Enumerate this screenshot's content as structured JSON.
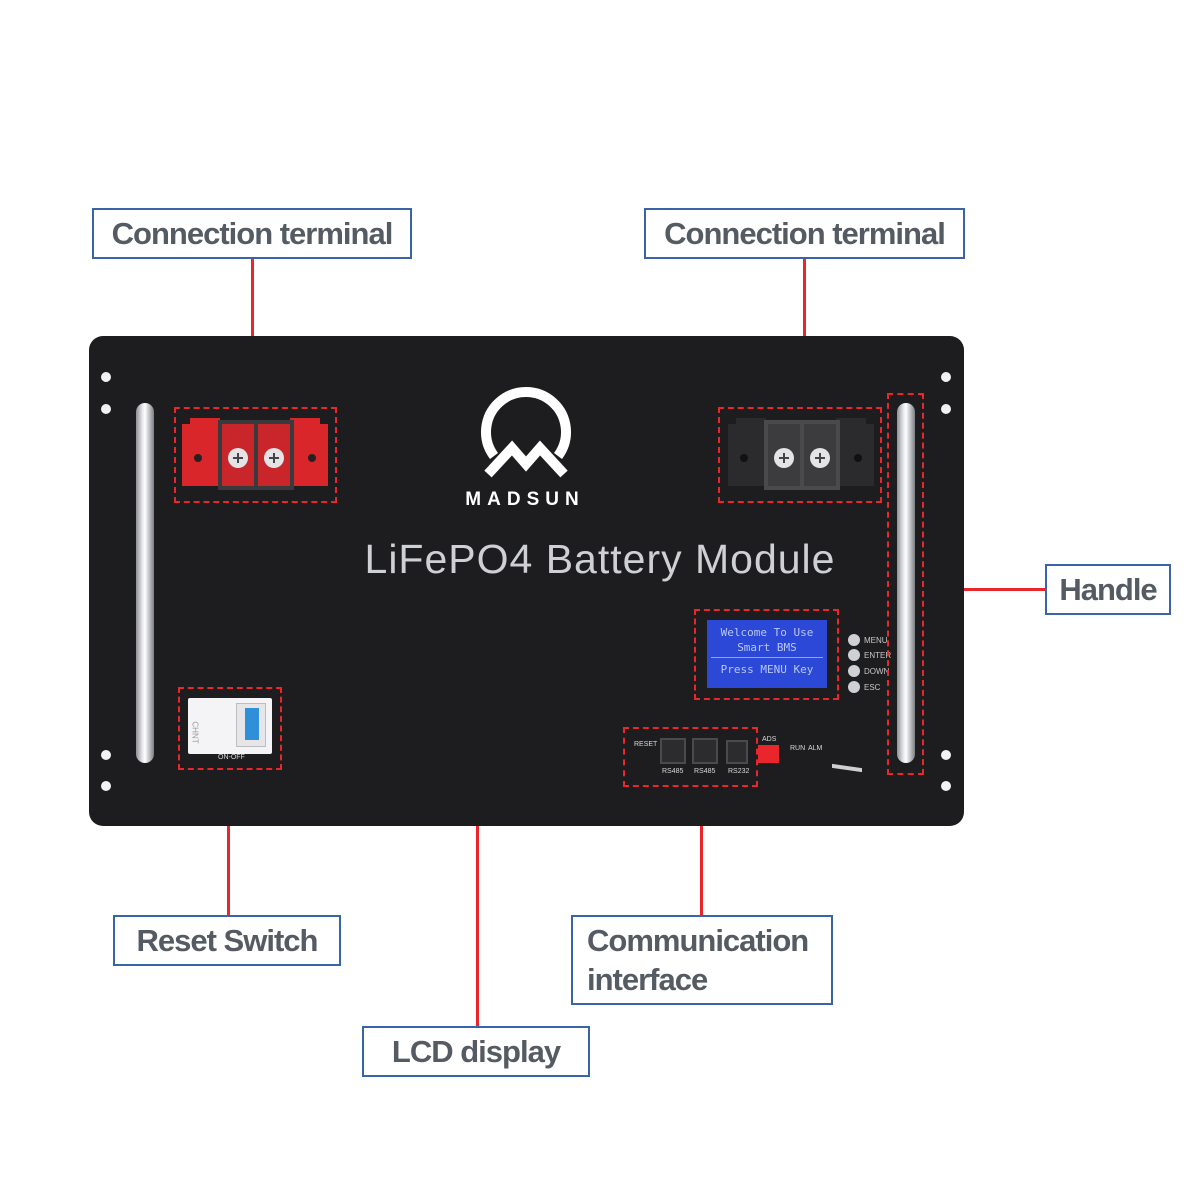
{
  "callouts": {
    "connection_terminal_left": "Connection terminal",
    "connection_terminal_right": "Connection terminal",
    "handle": "Handle",
    "reset_switch": "Reset Switch",
    "communication_interface_line1": "Communication",
    "communication_interface_line2": "interface",
    "lcd_display": "LCD display"
  },
  "product": {
    "brand": "MADSUN",
    "title": "LiFePO4 Battery Module"
  },
  "lcd": {
    "line1": "Welcome To Use",
    "line2": "Smart BMS",
    "line3": "Press MENU Key"
  },
  "buttons": [
    "MENU",
    "ENTER",
    "DOWN",
    "ESC"
  ],
  "ports": {
    "reset": "RESET",
    "port1": "RS485",
    "port2": "RS485",
    "port3": "RS232",
    "ads": "ADS",
    "run": "RUN",
    "alm": "ALM"
  },
  "breaker": {
    "brand": "CHNT",
    "label": "ON-OFF"
  },
  "colors": {
    "leader": "#e8262b",
    "callout_border": "#3a64a8",
    "callout_text": "#555b63",
    "panel": "#1d1d1f",
    "positive_terminal": "#d9262b",
    "lcd_background": "#2b49d6"
  }
}
